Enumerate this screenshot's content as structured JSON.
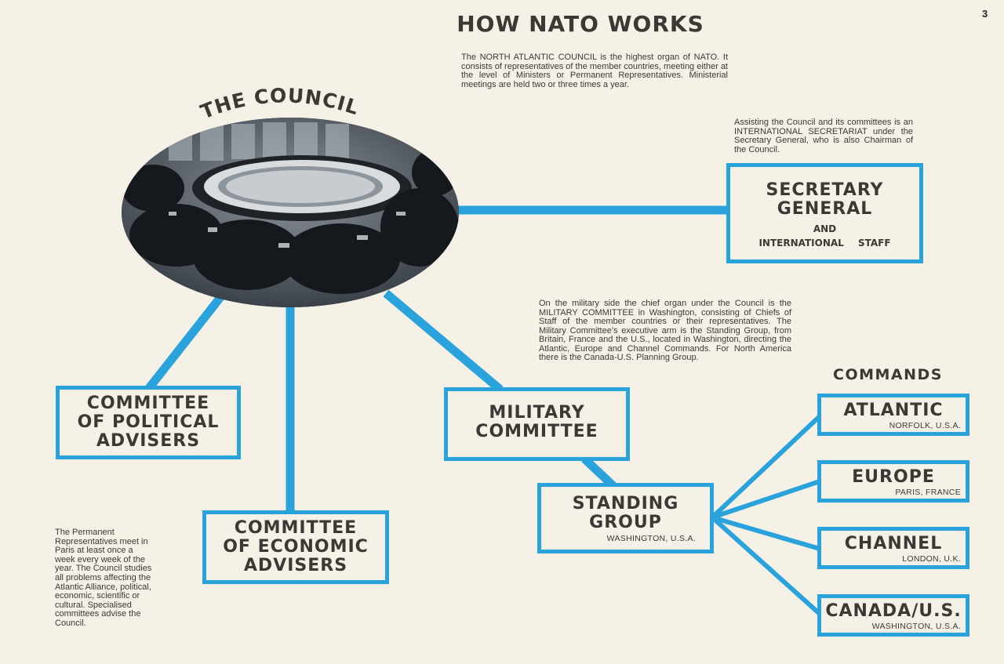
{
  "page_number": "3",
  "title": "HOW NATO WORKS",
  "intro_text": "The NORTH ATLANTIC COUNCIL is the highest organ of NATO. It consists of representatives of the member countries, meeting either at the level of Ministers or Permanent Representatives. Ministerial meetings are held two or three times a year.",
  "council": {
    "label": "THE COUNCIL"
  },
  "secretariat_note": "Assisting the Council and its committees is an INTERNATIONAL SECRETARIAT under the Secretary General, who is also Chairman of the Council.",
  "secretary_general": {
    "line1": "SECRETARY",
    "line2": "GENERAL",
    "line3": "AND",
    "line4": "INTERNATIONAL STAFF"
  },
  "military_note": "On the military side the chief organ under the Council is the MILITARY COMMITTEE in Washington, consisting of Chiefs of Staff of the member countries or their representatives. The Military Committee's executive arm is the Standing Group, from Britain, France and the U.S., located in Washington, directing the Atlantic, Europe and Channel Commands. For North America there is the Canada-U.S. Planning Group.",
  "political_advisers": {
    "line1": "COMMITTEE",
    "line2": "OF POLITICAL",
    "line3": "ADVISERS"
  },
  "economic_advisers": {
    "line1": "COMMITTEE",
    "line2": "OF ECONOMIC",
    "line3": "ADVISERS"
  },
  "military_committee": {
    "line1": "MILITARY",
    "line2": "COMMITTEE"
  },
  "standing_group": {
    "line1": "STANDING",
    "line2": "GROUP",
    "location": "WASHINGTON, U.S.A."
  },
  "commands": {
    "heading": "COMMANDS",
    "items": [
      {
        "name": "ATLANTIC",
        "location": "NORFOLK, U.S.A."
      },
      {
        "name": "EUROPE",
        "location": "PARIS, FRANCE"
      },
      {
        "name": "CHANNEL",
        "location": "LONDON, U.K."
      },
      {
        "name": "CANADA/U.S.",
        "location": "WASHINGTON, U.S.A."
      }
    ]
  },
  "permanent_reps_note": "The Permanent Representatives meet in Paris at least once a week every week of the year. The Council studies all problems affecting the Atlantic Alliance, political, economic, scientific or cultural. Specialised committees advise the Council.",
  "colors": {
    "connector": "#2aa3dd",
    "text": "#3d3835",
    "background": "#f6f1e7"
  }
}
